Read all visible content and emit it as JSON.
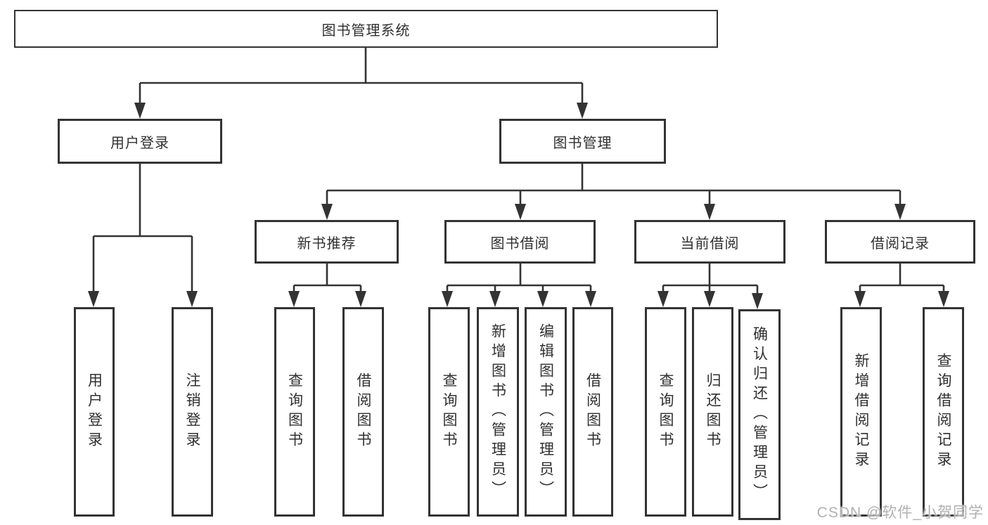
{
  "diagram": {
    "root": {
      "label": "图书管理系统"
    },
    "branches": [
      {
        "label": "用户登录",
        "children": [
          "用户登录",
          "注销登录"
        ]
      },
      {
        "label": "图书管理",
        "children": [
          {
            "label": "新书推荐",
            "children": [
              "查询图书",
              "借阅图书"
            ]
          },
          {
            "label": "图书借阅",
            "children": [
              "查询图书",
              "新增图书（管理员）",
              "编辑图书（管理员）",
              "借阅图书"
            ]
          },
          {
            "label": "当前借阅",
            "children": [
              "查询图书",
              "归还图书",
              "确认归还（管理员）"
            ]
          },
          {
            "label": "借阅记录",
            "children": [
              "新增借阅记录",
              "查询借阅记录"
            ]
          }
        ]
      }
    ]
  },
  "watermark": {
    "text": "CSDN @软件_小贺同学"
  },
  "colors": {
    "line": "#333333",
    "text": "#303030",
    "box_fill": "#ffffff",
    "background": "#ffffff",
    "watermark": "#b0b0b0"
  }
}
